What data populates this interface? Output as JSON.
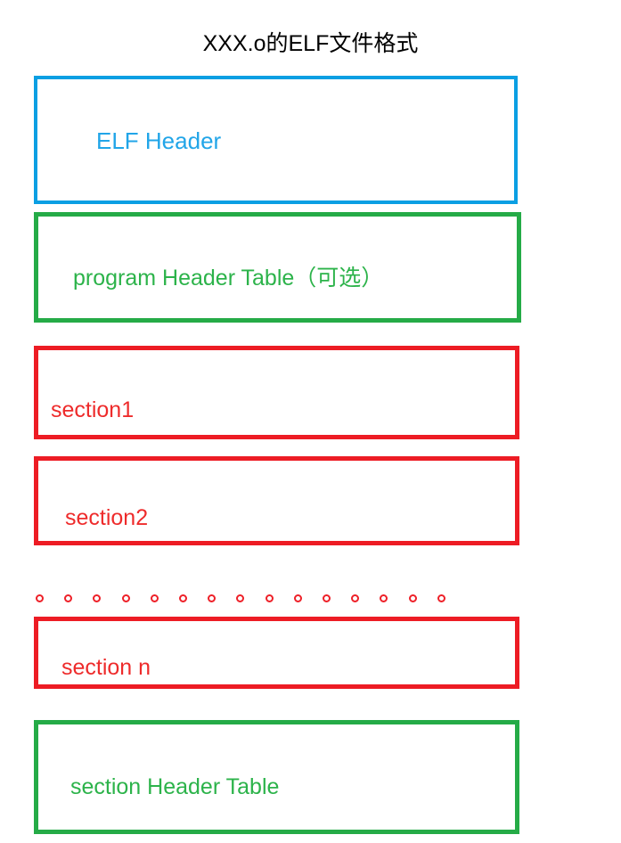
{
  "diagram": {
    "title": "XXX.o的ELF文件格式",
    "type": "block-stack",
    "colors": {
      "blue": "#21a5e8",
      "green": "#2cb34a",
      "red": "#ee2b2b",
      "title": "#000000",
      "background": "#ffffff"
    },
    "blocks": [
      {
        "id": "elf-header",
        "label": "ELF Header",
        "color": "#21a5e8",
        "border_color": "#0b9fe3"
      },
      {
        "id": "program-header-table",
        "label": "program Header Table（可选）",
        "color": "#2cb34a",
        "border_color": "#25ab47"
      },
      {
        "id": "section-1",
        "label": "section1",
        "color": "#ee2b2b",
        "border_color": "#ed1c24"
      },
      {
        "id": "section-2",
        "label": "section2",
        "color": "#ee2b2b",
        "border_color": "#ed1c24"
      },
      {
        "id": "section-n",
        "label": "section n",
        "color": "#ee2b2b",
        "border_color": "#ed1c24"
      },
      {
        "id": "section-header-table",
        "label": "section Header Table",
        "color": "#2cb34a",
        "border_color": "#25ab47"
      }
    ],
    "ellipsis": {
      "name": "ellipsis-dots",
      "count": 15,
      "color": "#ee2028",
      "meaning": "more sections between section2 and section n"
    }
  }
}
